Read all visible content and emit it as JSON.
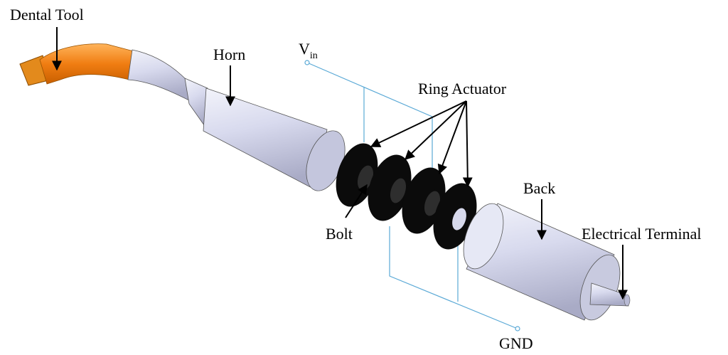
{
  "labels": {
    "dental_tool": "Dental Tool",
    "horn": "Horn",
    "vin_main": "V",
    "vin_sub": "in",
    "ring_actuator": "Ring Actuator",
    "bolt": "Bolt",
    "back": "Back",
    "electrical_terminal": "Electrical Terminal",
    "gnd": "GND"
  },
  "colors": {
    "tool_orange": "#f07d12",
    "body_silver": "#d6d8ec",
    "ring_black": "#0b0b0b",
    "wire_blue": "#5aa9d6"
  }
}
